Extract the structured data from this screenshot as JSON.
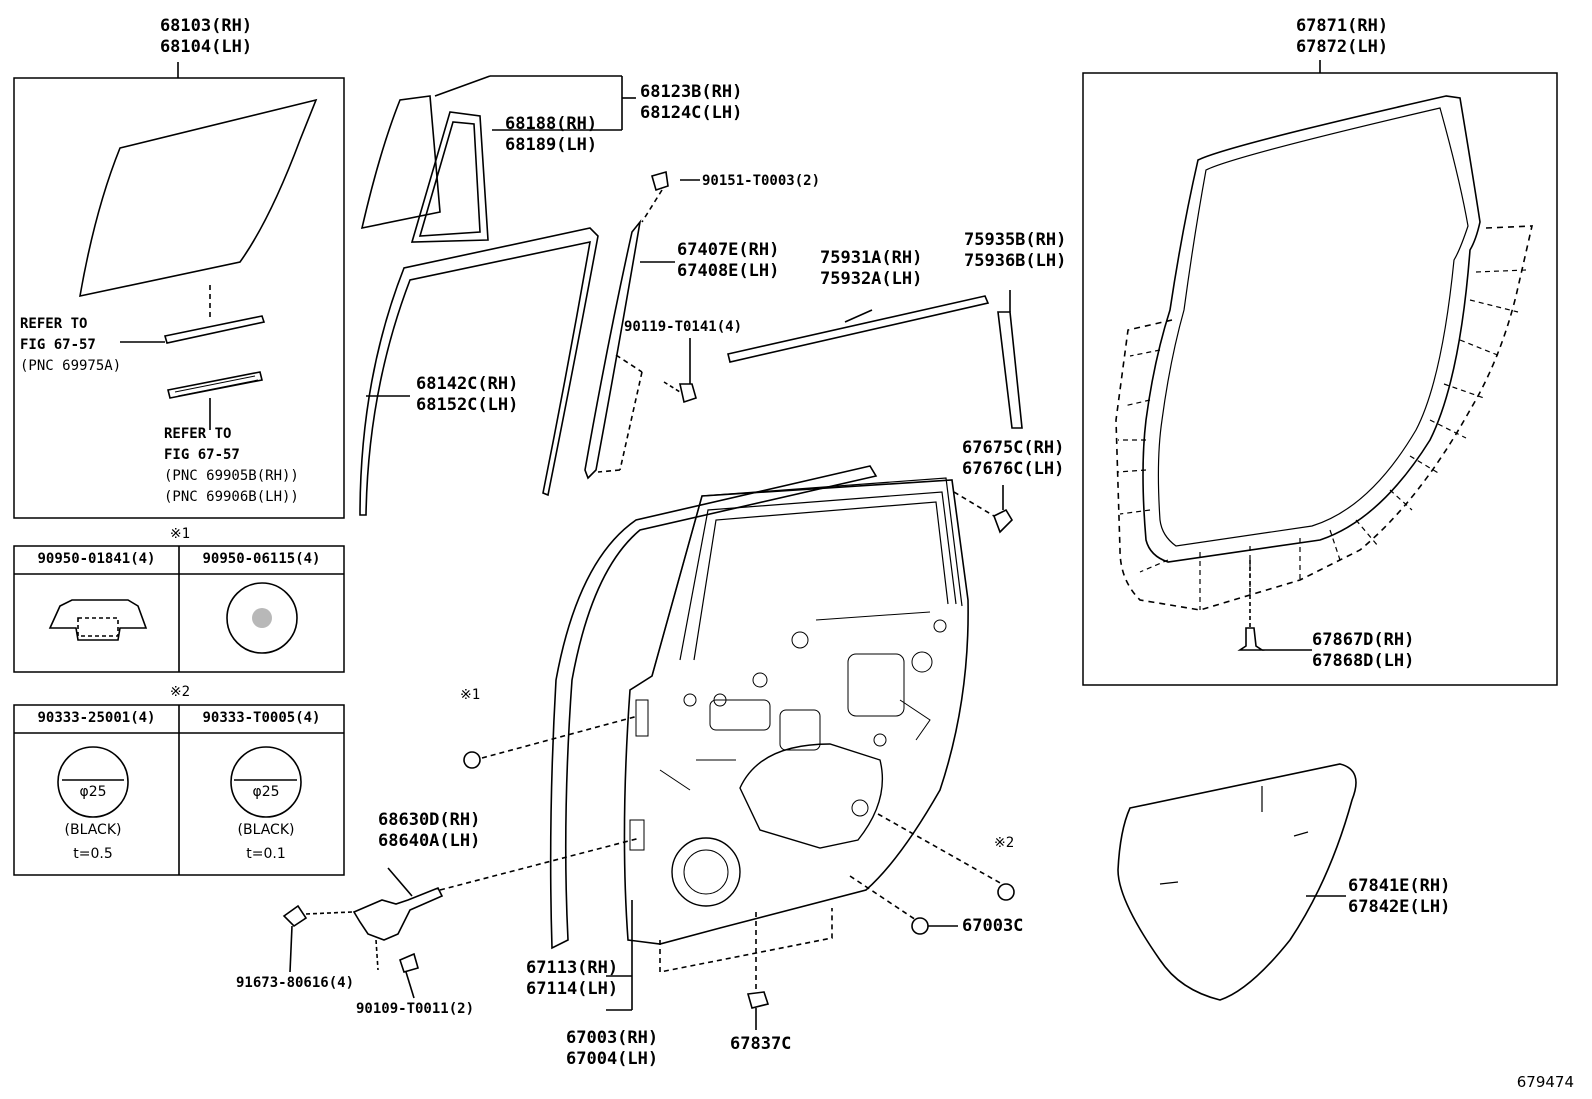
{
  "labels": {
    "glass_main": [
      "68103(RH)",
      "68104(LH)"
    ],
    "quarter_glass": [
      "68123B(RH)",
      "68124C(LH)"
    ],
    "quarter_seal": [
      "68188(RH)",
      "68189(LH)"
    ],
    "screw_top": "90151-T0003(2)",
    "run_channel": [
      "67407E(RH)",
      "67408E(LH)"
    ],
    "belt_mould": [
      "75931A(RH)",
      "75932A(LH)"
    ],
    "vert_mould": [
      "75935B(RH)",
      "75936B(LH)"
    ],
    "bolt": "90119-T0141(4)",
    "glass_run": [
      "68142C(RH)",
      "68152C(LH)"
    ],
    "clip_small": [
      "67675C(RH)",
      "67676C(LH)"
    ],
    "weatherstrip": [
      "67871(RH)",
      "67872(LH)"
    ],
    "ws_clip": [
      "67867D(RH)",
      "67868D(LH)"
    ],
    "check": [
      "68630D(RH)",
      "68640A(LH)"
    ],
    "hinge_bolt": "91673-80616(4)",
    "check_bolt": "90109-T0011(2)",
    "inner_panel": [
      "67113(RH)",
      "67114(LH)"
    ],
    "door_panel": [
      "67003(RH)",
      "67004(LH)"
    ],
    "clip_bottom": "67837C",
    "plug": "67003C",
    "service_hole_cover": [
      "67841E(RH)",
      "67842E(LH)"
    ],
    "mark1": "※1",
    "mark2": "※2",
    "refer1": [
      "REFER TO",
      "FIG 67-57",
      "(PNC 69975A)"
    ],
    "refer2": [
      "REFER TO",
      "FIG 67-57",
      "(PNC 69905B(RH))",
      "(PNC 69906B(LH))"
    ]
  },
  "table1": {
    "mark": "※1",
    "col1": "90950-01841(4)",
    "col2": "90950-06115(4)"
  },
  "table2": {
    "mark": "※2",
    "col1": "90333-25001(4)",
    "col2": "90333-T0005(4)",
    "dia1": "φ25",
    "dia2": "φ25",
    "color1": "(BLACK)",
    "color2": "(BLACK)",
    "thick1": "t=0.5",
    "thick2": "t=0.1"
  },
  "figure_code": "679474"
}
